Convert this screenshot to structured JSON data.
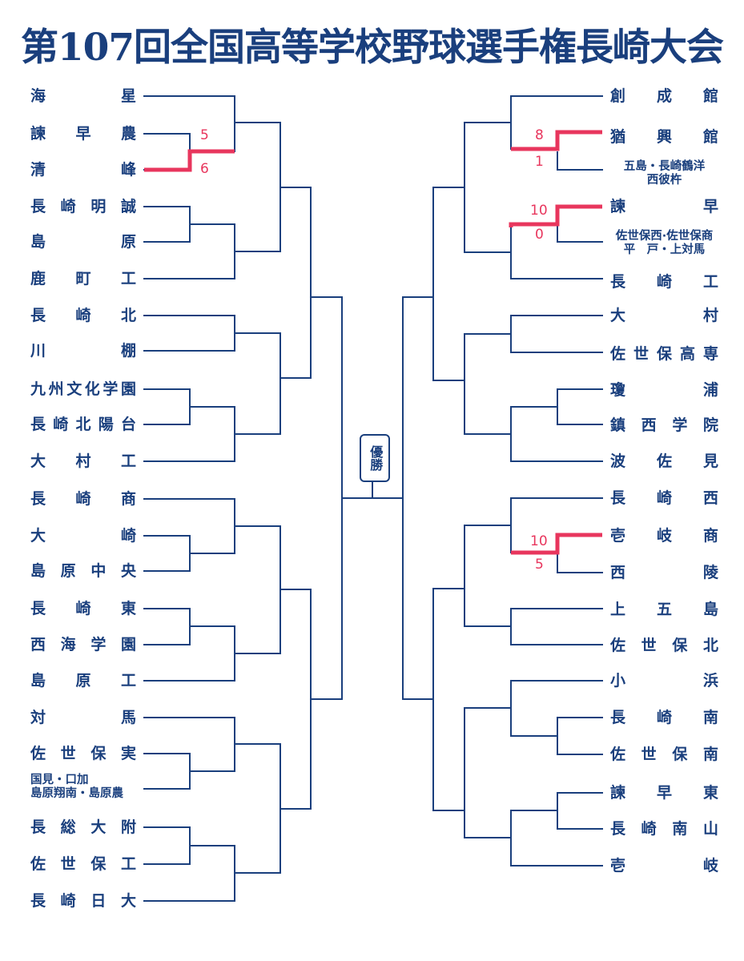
{
  "title": "第107回全国高等学校野球選手権長崎大会",
  "champion_label": "優勝",
  "left_teams": [
    "海星",
    "諫早農",
    "清峰",
    "長崎明誠",
    "島原",
    "鹿町工",
    "長崎北",
    "川棚",
    "九州文化学園",
    "長崎北陽台",
    "大村工",
    "長崎商",
    "大崎",
    "島原中央",
    "長崎東",
    "西海学園",
    "島原工",
    "対馬",
    "佐世保実",
    "国見・口加|島原翔南・島原農",
    "長総大附",
    "佐世保工",
    "長崎日大"
  ],
  "right_teams": [
    "創成館",
    "猶興館",
    "五島・長崎鶴洋|西彼杵",
    "諫早",
    "佐世保西·佐世保商|平　戸・上対馬",
    "長崎工",
    "大村",
    "佐世保高専",
    "瓊浦",
    "鎮西学院",
    "波佐見",
    "長崎西",
    "壱岐商",
    "西陵",
    "上五島",
    "佐世保北",
    "小浜",
    "長崎南",
    "佐世保南",
    "諫早東",
    "長崎南山",
    "壱岐"
  ],
  "results": [
    {
      "winner": "清峰",
      "loser": "諫早農",
      "winner_score": "6",
      "loser_score": "5"
    },
    {
      "winner": "猶興館",
      "loser": "五島・長崎鶴洋・西彼杵",
      "winner_score": "8",
      "loser_score": "1"
    },
    {
      "winner": "諫早",
      "loser": "佐世保西·佐世保商・平戸・上対馬",
      "winner_score": "10",
      "loser_score": "0"
    },
    {
      "winner": "壱岐商",
      "loser": "西陵",
      "winner_score": "10",
      "loser_score": "5"
    }
  ],
  "colors": {
    "line": "#1a3f7d",
    "winner": "#e8365d",
    "text": "#1a3f7d"
  }
}
